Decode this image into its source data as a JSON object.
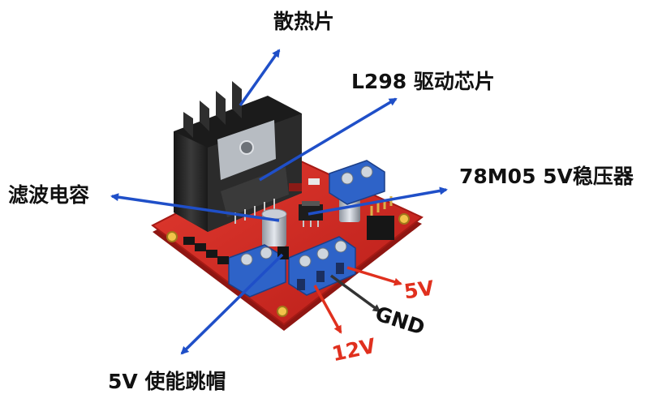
{
  "labels": {
    "heatsink": "散热片",
    "l298_chip": "L298 驱动芯片",
    "filter_capacitor": "滤波电容",
    "regulator": "78M05 5V稳压器",
    "jumper_5v_enable": "5V 使能跳帽",
    "power_5v": "5V",
    "power_gnd": "GND",
    "power_12v": "12V"
  },
  "colors": {
    "callout_arrow": "#1f4fc8",
    "power_red": "#e0301e",
    "gnd_arrow": "#333333",
    "pcb_red": "#d92b24",
    "terminal_blue": "#2e63c8",
    "heatsink_black": "#232323"
  },
  "icons": [
    "heatsink-icon",
    "l298-chip-icon",
    "capacitor-icon",
    "regulator-icon",
    "terminal-block-icon",
    "pin-header-icon",
    "jumper-icon"
  ]
}
